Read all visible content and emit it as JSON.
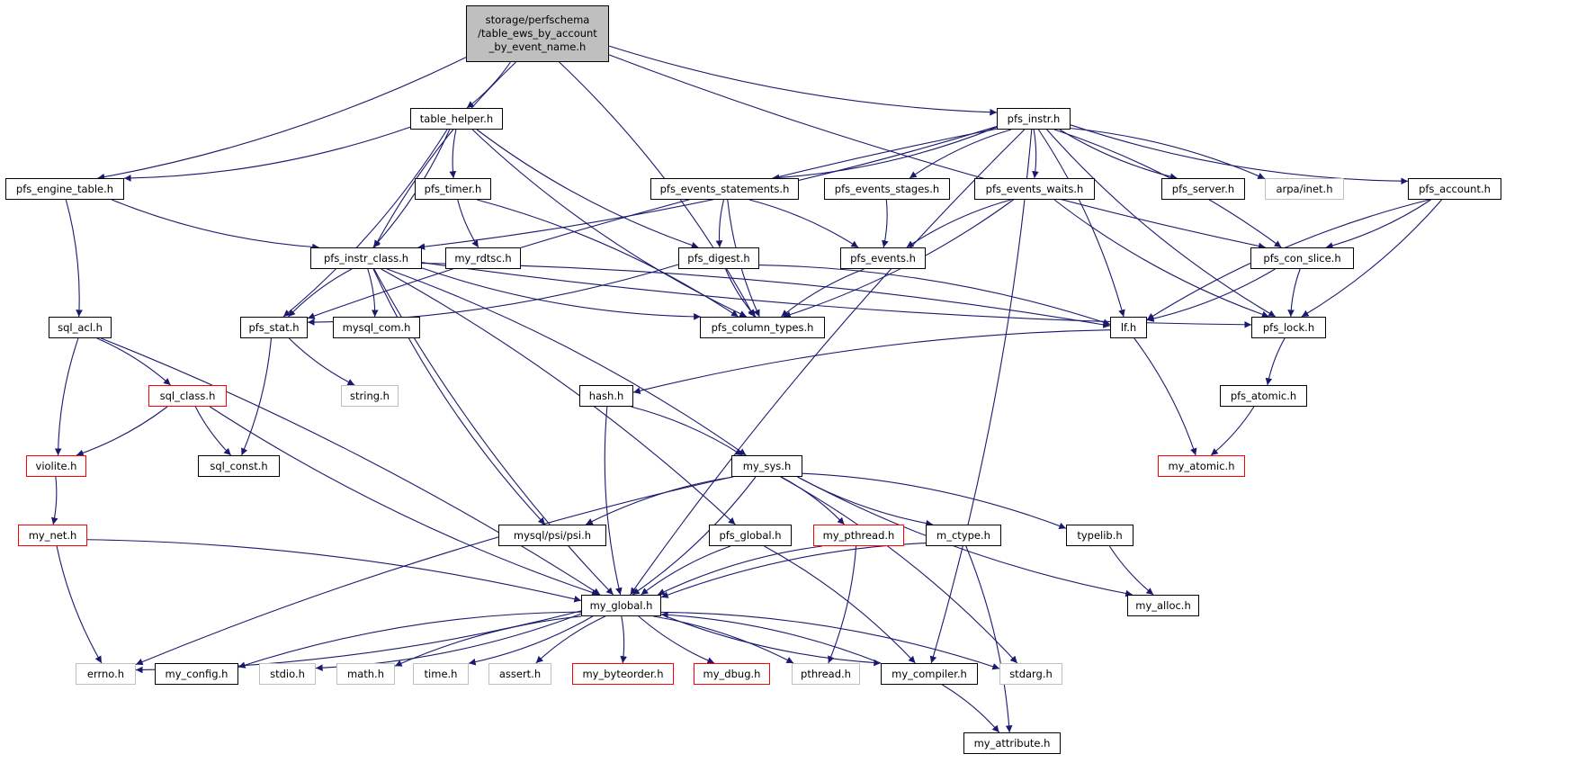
{
  "graph": {
    "colors": {
      "edge": "#191970",
      "node_border": "#000000",
      "missing_border": "#bfbfbf",
      "truncated_border": "#ff0000",
      "root_fill": "#bfbfbf"
    },
    "root": {
      "id": "root",
      "line1": "storage/perfschema",
      "line2": "/table_ews_by_account",
      "line3": "_by_event_name.h"
    },
    "nodes": {
      "table_helper": {
        "label": "table_helper.h"
      },
      "pfs_instr": {
        "label": "pfs_instr.h"
      },
      "pfs_engine_table": {
        "label": "pfs_engine_table.h"
      },
      "pfs_timer": {
        "label": "pfs_timer.h"
      },
      "pfs_events_statements": {
        "label": "pfs_events_statements.h"
      },
      "pfs_events_stages": {
        "label": "pfs_events_stages.h"
      },
      "pfs_events_waits": {
        "label": "pfs_events_waits.h"
      },
      "pfs_server": {
        "label": "pfs_server.h"
      },
      "arpa_inet": {
        "label": "arpa/inet.h"
      },
      "pfs_account": {
        "label": "pfs_account.h"
      },
      "pfs_instr_class": {
        "label": "pfs_instr_class.h"
      },
      "my_rdtsc": {
        "label": "my_rdtsc.h"
      },
      "pfs_digest": {
        "label": "pfs_digest.h"
      },
      "pfs_events": {
        "label": "pfs_events.h"
      },
      "pfs_con_slice": {
        "label": "pfs_con_slice.h"
      },
      "sql_acl": {
        "label": "sql_acl.h"
      },
      "pfs_stat": {
        "label": "pfs_stat.h"
      },
      "mysql_com": {
        "label": "mysql_com.h"
      },
      "pfs_column_types": {
        "label": "pfs_column_types.h"
      },
      "lf": {
        "label": "lf.h"
      },
      "pfs_lock": {
        "label": "pfs_lock.h"
      },
      "sql_class": {
        "label": "sql_class.h"
      },
      "string_h": {
        "label": "string.h"
      },
      "hash": {
        "label": "hash.h"
      },
      "pfs_atomic": {
        "label": "pfs_atomic.h"
      },
      "violite": {
        "label": "violite.h"
      },
      "sql_const": {
        "label": "sql_const.h"
      },
      "my_sys": {
        "label": "my_sys.h"
      },
      "my_atomic": {
        "label": "my_atomic.h"
      },
      "my_net": {
        "label": "my_net.h"
      },
      "mysql_psi": {
        "label": "mysql/psi/psi.h"
      },
      "pfs_global": {
        "label": "pfs_global.h"
      },
      "my_pthread": {
        "label": "my_pthread.h"
      },
      "m_ctype": {
        "label": "m_ctype.h"
      },
      "typelib": {
        "label": "typelib.h"
      },
      "my_global": {
        "label": "my_global.h"
      },
      "my_alloc": {
        "label": "my_alloc.h"
      },
      "errno_h": {
        "label": "errno.h"
      },
      "my_config": {
        "label": "my_config.h"
      },
      "stdio_h": {
        "label": "stdio.h"
      },
      "math_h": {
        "label": "math.h"
      },
      "time_h": {
        "label": "time.h"
      },
      "assert_h": {
        "label": "assert.h"
      },
      "my_byteorder": {
        "label": "my_byteorder.h"
      },
      "my_dbug": {
        "label": "my_dbug.h"
      },
      "pthread_h": {
        "label": "pthread.h"
      },
      "my_compiler": {
        "label": "my_compiler.h"
      },
      "stdarg_h": {
        "label": "stdarg.h"
      },
      "my_attribute": {
        "label": "my_attribute.h"
      }
    },
    "edges": [
      [
        "root",
        "table_helper"
      ],
      [
        "root",
        "pfs_instr"
      ],
      [
        "root",
        "pfs_engine_table"
      ],
      [
        "root",
        "pfs_instr_class"
      ],
      [
        "root",
        "pfs_column_types"
      ],
      [
        "root",
        "pfs_con_slice"
      ],
      [
        "table_helper",
        "pfs_engine_table"
      ],
      [
        "table_helper",
        "pfs_timer"
      ],
      [
        "table_helper",
        "pfs_instr_class"
      ],
      [
        "table_helper",
        "pfs_digest"
      ],
      [
        "table_helper",
        "pfs_stat"
      ],
      [
        "table_helper",
        "pfs_column_types"
      ],
      [
        "pfs_instr",
        "pfs_events_statements"
      ],
      [
        "pfs_instr",
        "pfs_events_stages"
      ],
      [
        "pfs_instr",
        "pfs_events_waits"
      ],
      [
        "pfs_instr",
        "pfs_server"
      ],
      [
        "pfs_instr",
        "arpa_inet"
      ],
      [
        "pfs_instr",
        "pfs_account"
      ],
      [
        "pfs_instr",
        "pfs_instr_class"
      ],
      [
        "pfs_instr",
        "pfs_stat"
      ],
      [
        "pfs_instr",
        "lf"
      ],
      [
        "pfs_instr",
        "pfs_lock"
      ],
      [
        "pfs_instr",
        "pfs_con_slice"
      ],
      [
        "pfs_instr",
        "my_global"
      ],
      [
        "pfs_instr",
        "my_compiler"
      ],
      [
        "pfs_engine_table",
        "pfs_instr_class"
      ],
      [
        "pfs_engine_table",
        "sql_acl"
      ],
      [
        "pfs_timer",
        "my_rdtsc"
      ],
      [
        "pfs_timer",
        "pfs_column_types"
      ],
      [
        "pfs_events_statements",
        "pfs_digest"
      ],
      [
        "pfs_events_statements",
        "pfs_events"
      ],
      [
        "pfs_events_statements",
        "pfs_column_types"
      ],
      [
        "pfs_events_stages",
        "pfs_events"
      ],
      [
        "pfs_events_waits",
        "pfs_events"
      ],
      [
        "pfs_events_waits",
        "pfs_column_types"
      ],
      [
        "pfs_events_waits",
        "pfs_lock"
      ],
      [
        "pfs_account",
        "pfs_con_slice"
      ],
      [
        "pfs_account",
        "lf"
      ],
      [
        "pfs_account",
        "pfs_lock"
      ],
      [
        "pfs_instr_class",
        "pfs_stat"
      ],
      [
        "pfs_instr_class",
        "mysql_com"
      ],
      [
        "pfs_instr_class",
        "pfs_column_types"
      ],
      [
        "pfs_instr_class",
        "lf"
      ],
      [
        "pfs_instr_class",
        "pfs_lock"
      ],
      [
        "pfs_instr_class",
        "my_sys"
      ],
      [
        "pfs_instr_class",
        "mysql_psi"
      ],
      [
        "pfs_instr_class",
        "pfs_global"
      ],
      [
        "pfs_instr_class",
        "my_global"
      ],
      [
        "pfs_digest",
        "pfs_stat"
      ],
      [
        "pfs_digest",
        "pfs_column_types"
      ],
      [
        "pfs_digest",
        "lf"
      ],
      [
        "pfs_events",
        "pfs_column_types"
      ],
      [
        "pfs_con_slice",
        "lf"
      ],
      [
        "pfs_con_slice",
        "pfs_lock"
      ],
      [
        "sql_acl",
        "sql_class"
      ],
      [
        "sql_acl",
        "violite"
      ],
      [
        "sql_acl",
        "my_global"
      ],
      [
        "pfs_stat",
        "string_h"
      ],
      [
        "pfs_stat",
        "sql_const"
      ],
      [
        "lf",
        "hash"
      ],
      [
        "lf",
        "my_atomic"
      ],
      [
        "pfs_lock",
        "pfs_atomic"
      ],
      [
        "pfs_atomic",
        "my_atomic"
      ],
      [
        "sql_class",
        "sql_const"
      ],
      [
        "sql_class",
        "violite"
      ],
      [
        "sql_class",
        "my_global"
      ],
      [
        "hash",
        "my_sys"
      ],
      [
        "hash",
        "my_global"
      ],
      [
        "violite",
        "my_net"
      ],
      [
        "my_net",
        "errno_h"
      ],
      [
        "my_net",
        "my_global"
      ],
      [
        "my_sys",
        "mysql_psi"
      ],
      [
        "my_sys",
        "my_pthread"
      ],
      [
        "my_sys",
        "m_ctype"
      ],
      [
        "my_sys",
        "typelib"
      ],
      [
        "my_sys",
        "my_alloc"
      ],
      [
        "my_sys",
        "my_global"
      ],
      [
        "my_sys",
        "errno_h"
      ],
      [
        "my_sys",
        "stdarg_h"
      ],
      [
        "pfs_global",
        "my_global"
      ],
      [
        "pfs_global",
        "my_compiler"
      ],
      [
        "my_pthread",
        "my_global"
      ],
      [
        "my_pthread",
        "pthread_h"
      ],
      [
        "m_ctype",
        "my_global"
      ],
      [
        "m_ctype",
        "my_attribute"
      ],
      [
        "typelib",
        "my_alloc"
      ],
      [
        "my_global",
        "errno_h"
      ],
      [
        "my_global",
        "my_config"
      ],
      [
        "my_global",
        "stdio_h"
      ],
      [
        "my_global",
        "math_h"
      ],
      [
        "my_global",
        "time_h"
      ],
      [
        "my_global",
        "assert_h"
      ],
      [
        "my_global",
        "my_byteorder"
      ],
      [
        "my_global",
        "my_dbug"
      ],
      [
        "my_global",
        "pthread_h"
      ],
      [
        "my_global",
        "my_compiler"
      ],
      [
        "my_global",
        "stdarg_h"
      ],
      [
        "my_compiler",
        "my_global"
      ],
      [
        "my_compiler",
        "my_attribute"
      ]
    ]
  }
}
